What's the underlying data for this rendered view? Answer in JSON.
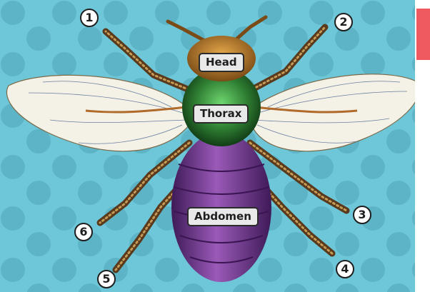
{
  "labels": {
    "head": "Head",
    "thorax": "Thorax",
    "abdomen": "Abdomen"
  },
  "legs": [
    "1",
    "2",
    "3",
    "4",
    "5",
    "6"
  ],
  "colors": {
    "background": "#6ec7d8",
    "dots": "#5cb4c6",
    "thorax": "#2e7d32",
    "abdomen": "#7b3a93",
    "head": "#c98a2f",
    "wing": "#f4f1e6",
    "accent_tab": "#ee5a5f"
  }
}
